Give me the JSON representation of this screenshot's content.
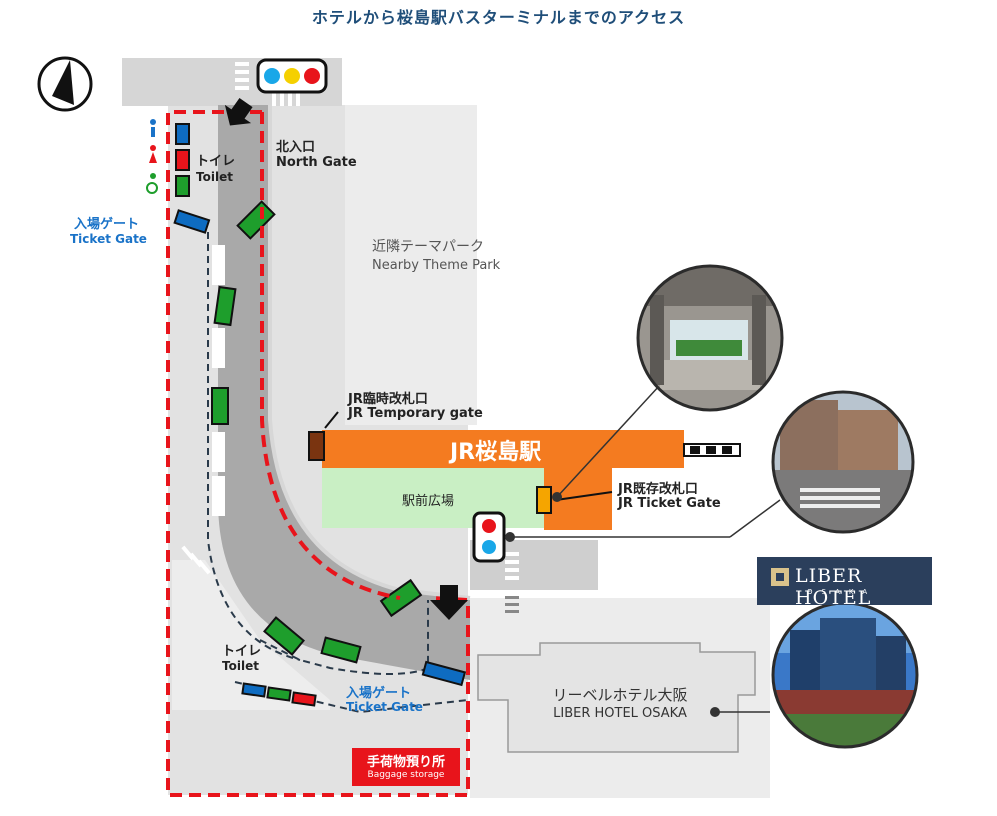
{
  "title": "ホテルから桜島駅バスターミナルまでのアクセス",
  "labels": {
    "north_gate_jp": "北入口",
    "north_gate_en": "North Gate",
    "toilet_top_jp": "トイレ",
    "toilet_top_en": "Toilet",
    "ticket_gate_top_jp": "入場ゲート",
    "ticket_gate_top_en": "Ticket Gate",
    "theme_park_jp": "近隣テーマパーク",
    "theme_park_en": "Nearby Theme Park",
    "jr_temp_gate_jp": "JR臨時改札口",
    "jr_temp_gate_en": "JR Temporary gate",
    "station_name": "JR桜島駅",
    "plaza": "駅前広場",
    "jr_ticket_gate_jp": "JR既存改札口",
    "jr_ticket_gate_en": "JR Ticket Gate",
    "toilet_bottom_jp": "トイレ",
    "toilet_bottom_en": "Toilet",
    "ticket_gate_bottom_jp": "入場ゲート",
    "ticket_gate_bottom_en": "Ticket Gate",
    "baggage_jp": "手荷物預り所",
    "baggage_en": "Baggage storage",
    "hotel_jp": "リーベルホテル大阪",
    "hotel_en": "LIBER HOTEL OSAKA",
    "logo_text": "LIBER HOTEL",
    "logo_sub": "OSAKA"
  },
  "icons": {
    "compass": "north-compass-icon",
    "traffic_light_top": "traffic-light-three-icon",
    "traffic_light_plaza": "traffic-light-two-icon",
    "arrow": "down-arrow-icon",
    "toilet": "toilet-icon"
  },
  "colors": {
    "title": "#1f4e79",
    "route": "#e8141b",
    "station": "#f47b20",
    "plaza": "#c9efc4",
    "bus": "#1e9e2c",
    "gate": "#0e6cc1",
    "road": "#a9a9a9",
    "ground": "#dcdcdc",
    "building": "#ebebeb"
  }
}
